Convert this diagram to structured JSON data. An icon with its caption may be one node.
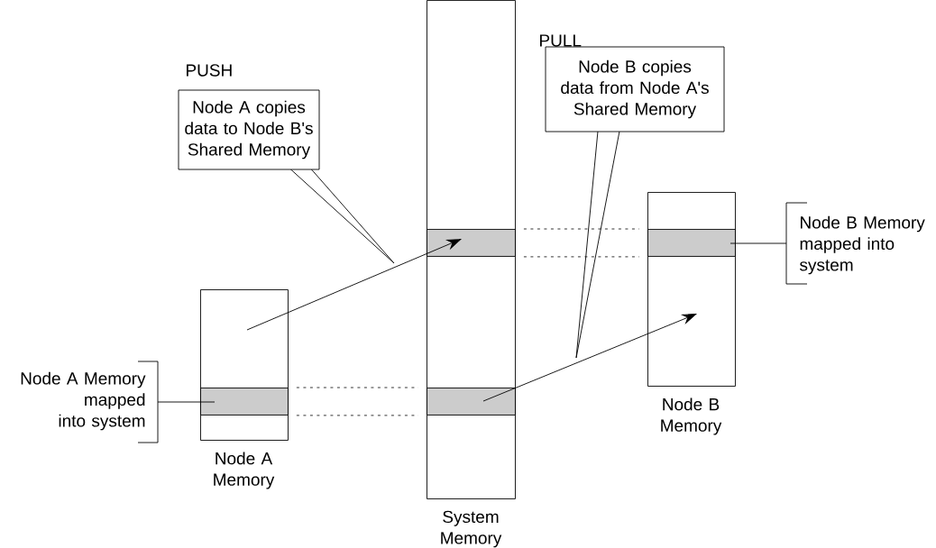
{
  "diagram": {
    "nodes": [
      {
        "text": [
          "Node A Memory"
        ]
      },
      {
        "text": [],
        "shape": "box",
        "in": 0
      },
      {
        "text": [
          "System Memory"
        ]
      },
      {
        "text": [],
        "shape": "box",
        "in": 2
      },
      {
        "text": [],
        "shape": "box",
        "in": 2
      },
      {
        "text": [
          "Node B Memory"
        ]
      },
      {
        "text": [],
        "shape": "box",
        "in": 5
      },
      {
        "text": [
          "PUSH",
          "Node A copies data to Node B's Shared Memory"
        ]
      },
      {
        "text": [
          "PULL",
          "Node B copies data from Node A's Shared Memory"
        ]
      },
      {
        "text": [
          "Node A Memory mapped into system"
        ]
      },
      {
        "text": [
          "Node B Memory mapped into system"
        ]
      }
    ],
    "edges": [
      {
        "from": 0,
        "to": 3,
        "arrow": "to"
      },
      {
        "from": 4,
        "to": 5,
        "arrow": "to"
      },
      {
        "from": 1,
        "to": 4,
        "arrow": "none",
        "style": "dashed"
      },
      {
        "from": 1,
        "to": 4,
        "arrow": "none",
        "style": "dashed"
      },
      {
        "from": 3,
        "to": 6,
        "arrow": "none",
        "style": "dashed"
      },
      {
        "from": 3,
        "to": 6,
        "arrow": "none",
        "style": "dashed"
      },
      {
        "from": 9,
        "to": 1,
        "arrow": "none"
      },
      {
        "from": 10,
        "to": 6,
        "arrow": "none"
      }
    ]
  }
}
